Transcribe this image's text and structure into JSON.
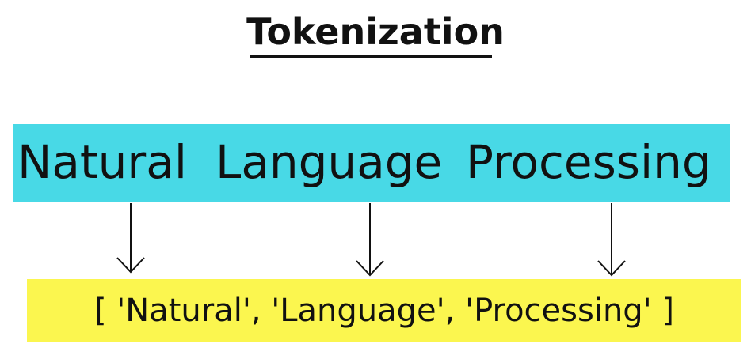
{
  "diagram": {
    "title": "Tokenization",
    "source_words": [
      "Natural",
      "Language",
      "Processing"
    ],
    "token_list": "[ 'Natural',  'Language', 'Processing' ]",
    "colors": {
      "source_box": "#48d9e6",
      "token_box": "#fbf64f",
      "text": "#111111"
    }
  }
}
